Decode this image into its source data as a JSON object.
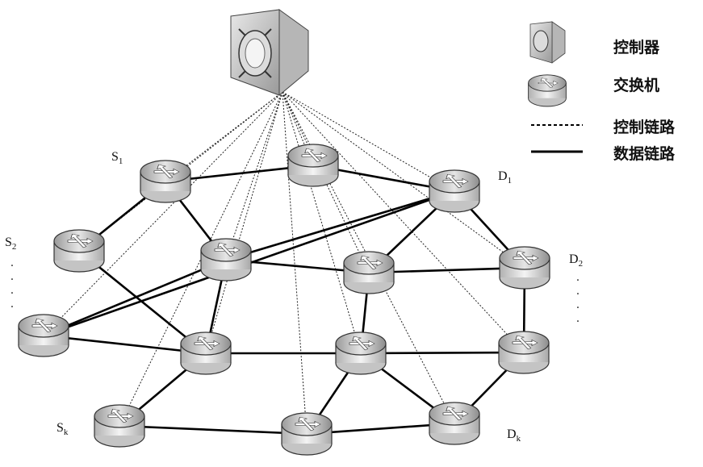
{
  "legend": {
    "controller": "控制器",
    "switch": "交换机",
    "control_link": "控制链路",
    "data_link": "数据链路"
  },
  "labels": {
    "s1": {
      "main": "S",
      "sub": "1"
    },
    "s2": {
      "main": "S",
      "sub": "2"
    },
    "sk": {
      "main": "S",
      "sub": "k"
    },
    "d1": {
      "main": "D",
      "sub": "1"
    },
    "d2": {
      "main": "D",
      "sub": "2"
    },
    "dk": {
      "main": "D",
      "sub": "k"
    }
  },
  "ellipsis": "·",
  "colors": {
    "link": "#000000",
    "switch_top": "#c8c8c8",
    "switch_side": "#d8d8d8",
    "controller": "#c0c0c0"
  },
  "switches": [
    "s1",
    "top",
    "d1",
    "s2",
    "mid_left",
    "mid_center",
    "d2",
    "left",
    "center_left",
    "center_right",
    "right",
    "sk",
    "bottom",
    "dk"
  ],
  "data_links": [
    [
      "s1",
      "top"
    ],
    [
      "top",
      "d1"
    ],
    [
      "s1",
      "s2"
    ],
    [
      "s1",
      "mid_left"
    ],
    [
      "s2",
      "center_left"
    ],
    [
      "d1",
      "mid_left"
    ],
    [
      "d1",
      "mid_center"
    ],
    [
      "d1",
      "d2"
    ],
    [
      "mid_left",
      "left"
    ],
    [
      "mid_left",
      "center_left"
    ],
    [
      "mid_left",
      "mid_center"
    ],
    [
      "mid_center",
      "center_right"
    ],
    [
      "mid_center",
      "d2"
    ],
    [
      "left",
      "center_left"
    ],
    [
      "center_left",
      "center_right"
    ],
    [
      "center_left",
      "sk"
    ],
    [
      "center_right",
      "right"
    ],
    [
      "center_right",
      "bottom"
    ],
    [
      "center_right",
      "dk"
    ],
    [
      "d2",
      "right"
    ],
    [
      "right",
      "dk"
    ],
    [
      "sk",
      "bottom"
    ],
    [
      "bottom",
      "dk"
    ],
    [
      "left",
      "d1"
    ]
  ],
  "control_links": [
    "s1",
    "top",
    "d1",
    "s2",
    "mid_left",
    "mid_center",
    "d2",
    "left",
    "center_left",
    "center_right",
    "right",
    "sk",
    "bottom",
    "dk"
  ]
}
